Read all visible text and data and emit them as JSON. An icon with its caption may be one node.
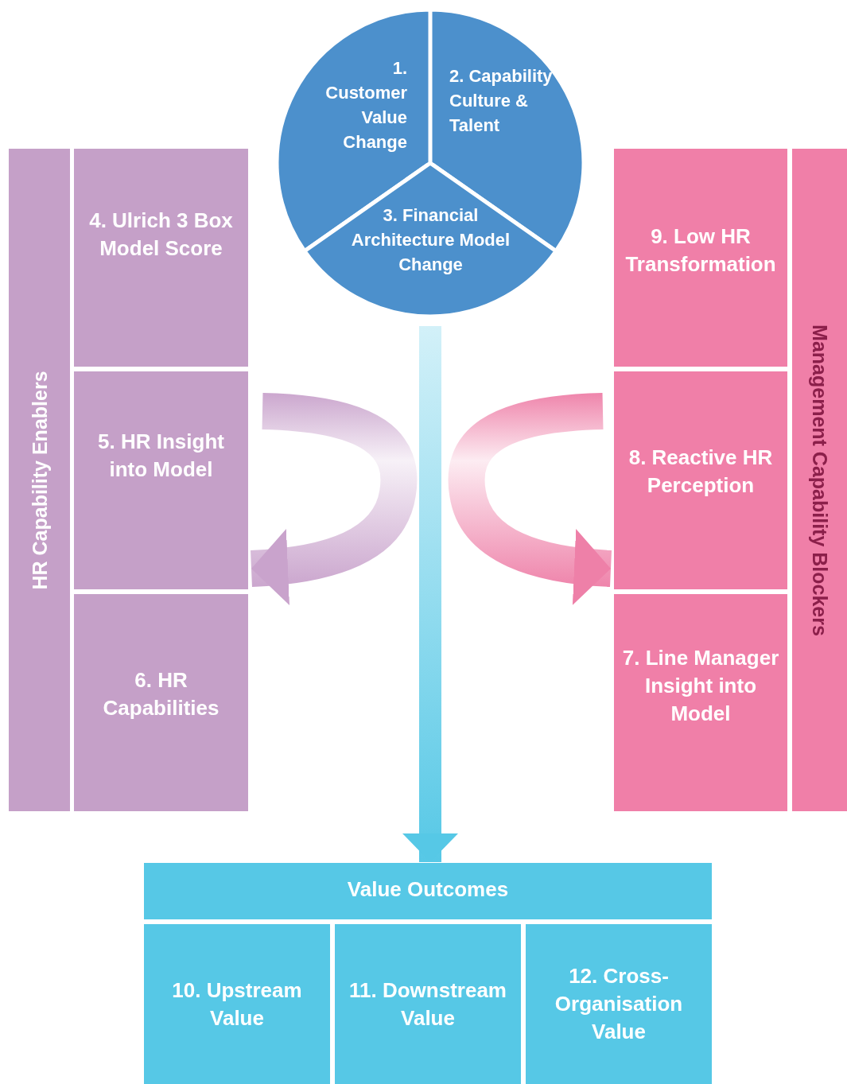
{
  "diagram": {
    "nodes": [
      {
        "text": [
          "1. Customer Value Change"
        ]
      },
      {
        "text": [
          "2. Capability Culture & Talent"
        ]
      },
      {
        "text": [
          "3. Financial Architecture Model Change"
        ]
      },
      {
        "text": [
          "HR Capability Enablers"
        ]
      },
      {
        "text": [
          "4. Ulrich 3 Box Model Score"
        ]
      },
      {
        "text": [
          "5. HR Insight into Model"
        ]
      },
      {
        "text": [
          "6. HR Capabilities"
        ]
      },
      {
        "text": [
          "9. Low HR Transformation"
        ]
      },
      {
        "text": [
          "8. Reactive HR Perception"
        ]
      },
      {
        "text": [
          "7. Line Manager Insight into Model"
        ]
      },
      {
        "text": [
          "Management Capability Blockers"
        ]
      },
      {
        "text": [
          "Value Outcomes"
        ]
      },
      {
        "text": [
          "10. Upstream Value"
        ]
      },
      {
        "text": [
          "11. Downstream Value"
        ]
      },
      {
        "text": [
          "12. Cross-Organisation Value"
        ]
      }
    ],
    "edges": [
      {
        "from": 2,
        "to": 11,
        "arrow": "to",
        "style": "thick",
        "color": "#56c8e6"
      },
      {
        "from": null,
        "to": 5,
        "arrow": "to",
        "style": "thick",
        "color": "#c9a3cc"
      },
      {
        "from": null,
        "to": 8,
        "arrow": "to",
        "style": "thick",
        "color": "#ee80a8"
      }
    ]
  }
}
